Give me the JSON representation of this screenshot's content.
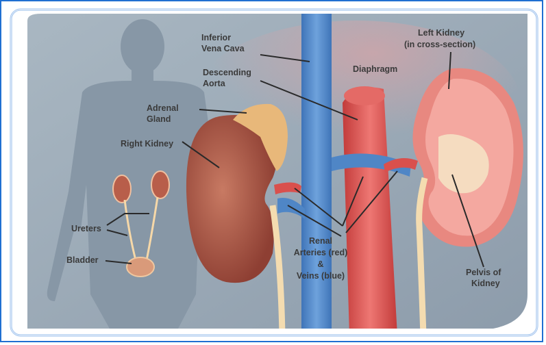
{
  "labels": {
    "inferior_vena_cava": [
      "Inferior",
      "Vena Cava"
    ],
    "descending_aorta": [
      "Descending",
      "Aorta"
    ],
    "diaphragm": "Diaphragm",
    "left_kidney": [
      "Left Kidney",
      "(in cross-section)"
    ],
    "adrenal_gland": [
      "Adrenal",
      "Gland"
    ],
    "right_kidney": "Right Kidney",
    "ureters": "Ureters",
    "bladder": "Bladder",
    "renal_vessels": [
      "Renal",
      "Arteries (red)",
      "&",
      "Veins (blue)"
    ],
    "pelvis_of_kidney": [
      "Pelvis of",
      "Kidney"
    ]
  },
  "colors": {
    "border": "#1f6fd1",
    "background": "#9aa9b5",
    "silhouette": "#8392a0",
    "vein": "#4f86c6",
    "artery": "#d9504d",
    "kidney": "#b85e4a",
    "cortex": "#f2a8a2",
    "adrenal": "#e8b87a"
  }
}
